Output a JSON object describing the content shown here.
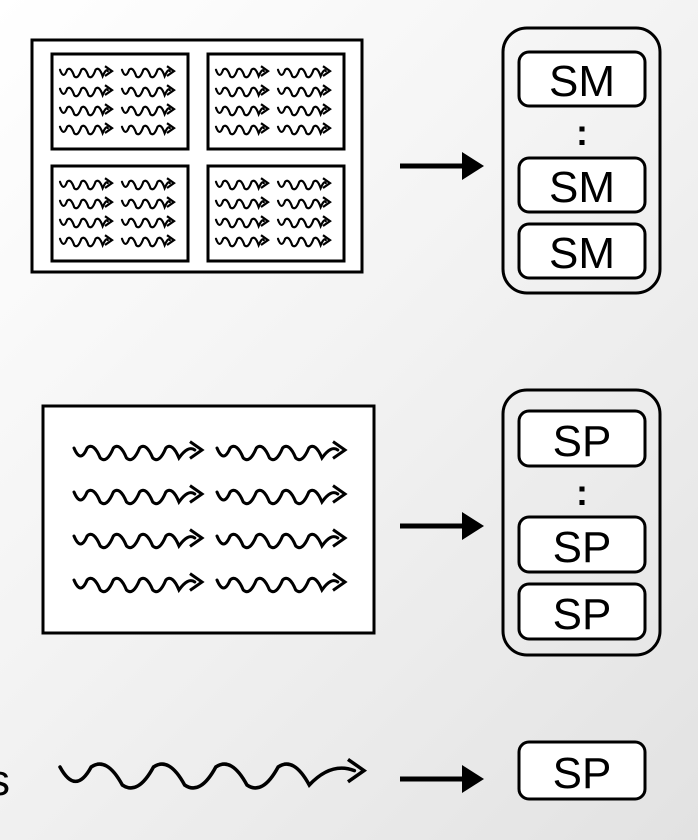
{
  "labels": {
    "sm": "SM",
    "sp": "SP",
    "ellipsis": ":",
    "row3_left_fragment": "s"
  },
  "colors": {
    "stroke": "#000000",
    "fill": "#ffffff"
  },
  "icons": {
    "thread": "wavy-arrow-icon",
    "flow": "right-arrow-icon"
  }
}
